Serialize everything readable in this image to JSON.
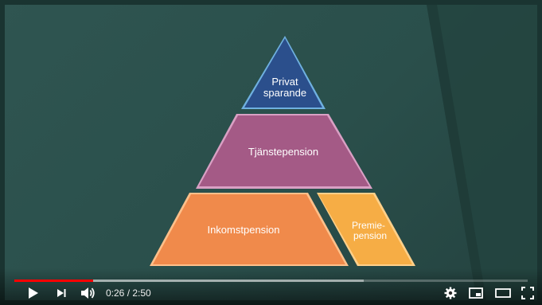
{
  "video": {
    "pyramid": {
      "top": {
        "line1": "Privat",
        "line2": "sparande",
        "color": "#2b4f8c"
      },
      "middle": {
        "label": "Tjänstepension",
        "color": "#a45a86"
      },
      "bottom_left": {
        "label": "Inkomstpension",
        "color": "#f08a4b"
      },
      "bottom_right": {
        "line1": "Premie-",
        "line2": "pension",
        "color": "#f6ad45"
      }
    }
  },
  "player": {
    "current_time": "0:26",
    "separator": " / ",
    "duration": "2:50",
    "progress_played": 0.153,
    "progress_loaded": 0.68,
    "accent_color": "#ff0000",
    "icons": {
      "play": "play-icon",
      "next": "next-icon",
      "volume": "volume-icon",
      "settings": "gear-icon",
      "miniplayer": "miniplayer-icon",
      "theater": "theater-icon",
      "fullscreen": "fullscreen-icon"
    }
  }
}
